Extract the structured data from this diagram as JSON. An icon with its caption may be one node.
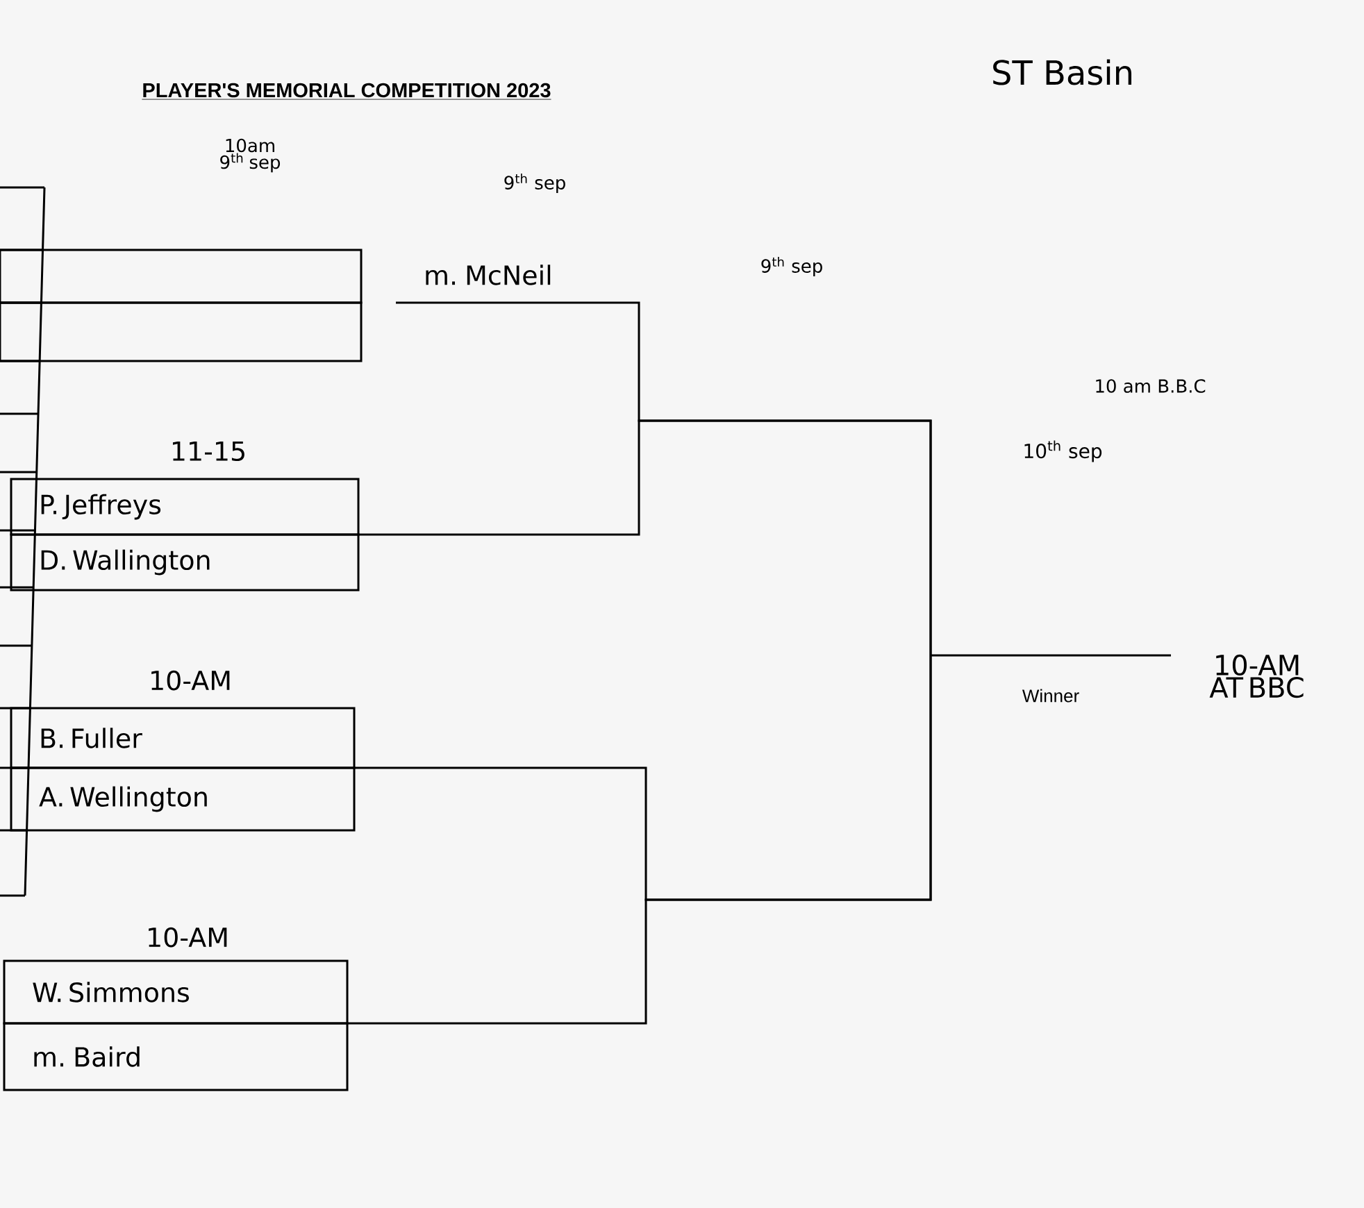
{
  "diagram": {
    "title": "PLAYER'S MEMORIAL COMPETITION 2023",
    "nodes": [
      {
        "text": [],
        "shape": "box"
      },
      {
        "text": [],
        "shape": "box"
      },
      {
        "text": [
          "m. McNeil"
        ]
      },
      {
        "text": [
          "P. Jeffreys"
        ]
      },
      {
        "text": [
          "D. Wallington"
        ]
      },
      {
        "text": [
          "B. Fuller"
        ]
      },
      {
        "text": [
          "A. Wellington"
        ]
      },
      {
        "text": [
          "W. Simmons"
        ]
      },
      {
        "text": [
          "m. Baird"
        ]
      },
      {
        "text": [
          "Winner"
        ]
      }
    ],
    "edges": [
      {
        "from": 2,
        "to": 9,
        "arrow": "none"
      },
      {
        "from": 3,
        "to": 9,
        "arrow": "none"
      },
      {
        "from": 4,
        "to": 9,
        "arrow": "none"
      },
      {
        "from": 5,
        "to": 9,
        "arrow": "none"
      },
      {
        "from": 6,
        "to": 9,
        "arrow": "none"
      },
      {
        "from": 7,
        "to": 9,
        "arrow": "none"
      },
      {
        "from": 8,
        "to": 9,
        "arrow": "none"
      }
    ],
    "labels": [
      "ST Basin",
      "10am 9$^{th}$ sep",
      "9$^{th}$ sep",
      "9$^{th}$ sep",
      "10 am B.B.C",
      "10$^{th}$ sep",
      "11-15",
      "10-AM",
      "10-AM",
      "10-AM AT BBC"
    ]
  }
}
